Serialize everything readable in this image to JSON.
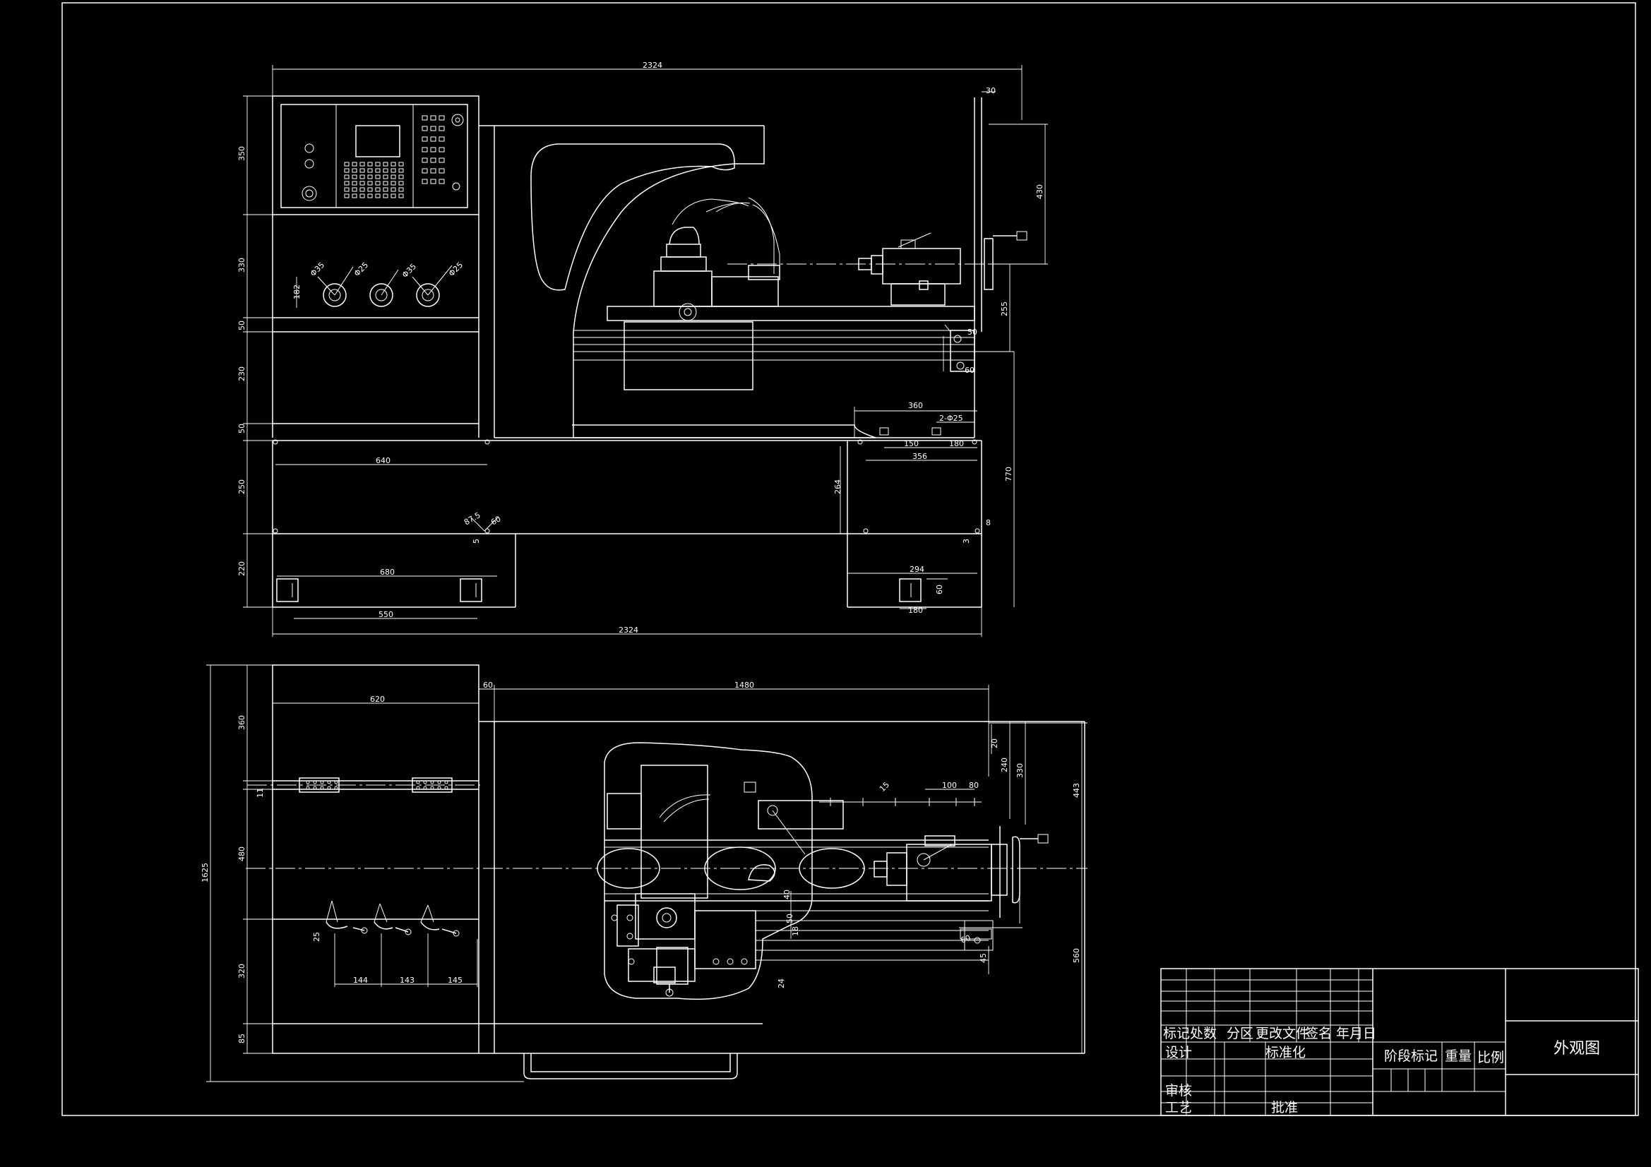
{
  "colors": {
    "background": "#000000",
    "line": "#ffffff"
  },
  "front_view": {
    "dims": {
      "overall_top": "2324",
      "h_panel": "350",
      "h_mid": "330",
      "h_50": "50",
      "h_230": "230",
      "h_bed": "50",
      "h_250": "250",
      "h_220": "220",
      "w_640": "640",
      "w_680": "680",
      "w_550": "550",
      "w_2324": "2324",
      "w_360": "360",
      "two_phi25": "2-Φ25",
      "w_150": "150",
      "w_180": "180",
      "w_356": "356",
      "h_264": "264",
      "h_294": "294",
      "h_60": "60",
      "w_180b": "180",
      "h_770": "770",
      "h_8": "8",
      "h_3": "3",
      "h_5": "5",
      "ang_60": "60",
      "chip_875": "87.5",
      "h_182": "182",
      "h_430": "430",
      "w_30": "30",
      "h_255": "255",
      "h_50b": "50",
      "h_60b": "60",
      "phi_labels": [
        "Φ35",
        "Φ25",
        "Φ35",
        "Φ25"
      ]
    }
  },
  "top_view": {
    "dims": {
      "h_1625": "1625",
      "w_620": "620",
      "w_60": "60",
      "w_1480": "1480",
      "h_360": "360",
      "h_11": "11",
      "h_480": "480",
      "h_320": "320",
      "h_85": "85",
      "h_25": "25",
      "w_144": "144",
      "w_143": "143",
      "w_145": "145",
      "w_100": "100",
      "w_80": "80",
      "h_443": "443",
      "h_330": "330",
      "h_240": "240",
      "h_20": "20",
      "h_560": "560",
      "ang_15": "15",
      "h_50": "50",
      "h_40": "40",
      "h_18": "18",
      "h_24": "24",
      "h_45": "45",
      "h_60": "60"
    }
  },
  "title_block": {
    "header": [
      "标记",
      "处数",
      "分区",
      "更改文件",
      "签名",
      "年月日"
    ],
    "design": "设计",
    "standardize": "标准化",
    "review": "审核",
    "process": "工艺",
    "approve": "批准",
    "stage_mark": "阶段标记",
    "weight": "重量",
    "scale": "比例",
    "drawing_title": "外观图"
  }
}
